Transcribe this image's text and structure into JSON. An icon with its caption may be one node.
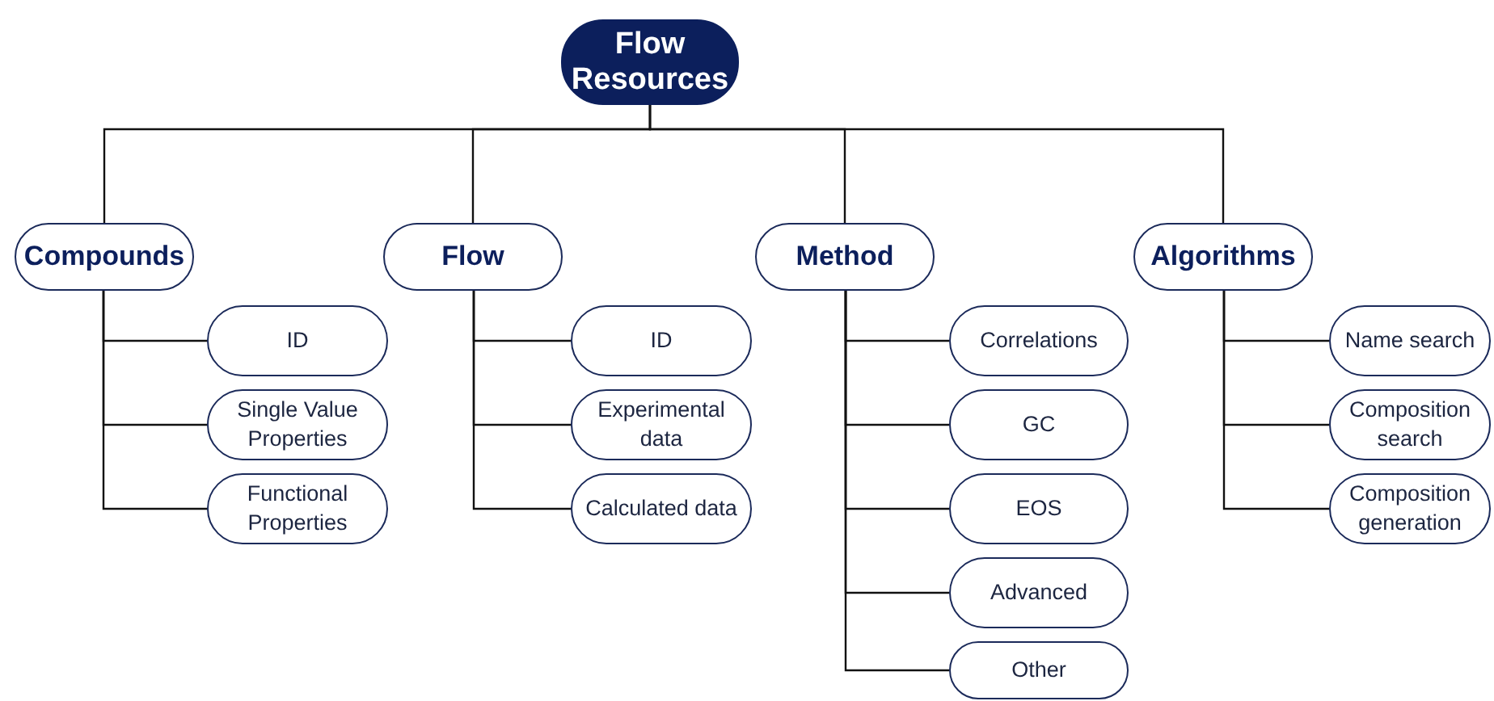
{
  "diagram": {
    "nodes": [
      {
        "text": [
          "Flow Resources"
        ]
      },
      {
        "text": [
          "Compounds"
        ]
      },
      {
        "text": [
          "ID"
        ]
      },
      {
        "text": [
          "Single Value Properties"
        ]
      },
      {
        "text": [
          "Functional Properties"
        ]
      },
      {
        "text": [
          "Flow"
        ]
      },
      {
        "text": [
          "ID"
        ]
      },
      {
        "text": [
          "Experimental data"
        ]
      },
      {
        "text": [
          "Calculated data"
        ]
      },
      {
        "text": [
          "Method"
        ]
      },
      {
        "text": [
          "Correlations"
        ]
      },
      {
        "text": [
          "GC"
        ]
      },
      {
        "text": [
          "EOS"
        ]
      },
      {
        "text": [
          "Advanced"
        ]
      },
      {
        "text": [
          "Other"
        ]
      },
      {
        "text": [
          "Algorithms"
        ]
      },
      {
        "text": [
          "Name search"
        ]
      },
      {
        "text": [
          "Composition search"
        ]
      },
      {
        "text": [
          "Composition generation"
        ]
      }
    ],
    "edges": [
      {
        "from": 0,
        "to": 1,
        "arrow": "none"
      },
      {
        "from": 0,
        "to": 5,
        "arrow": "none"
      },
      {
        "from": 0,
        "to": 9,
        "arrow": "none"
      },
      {
        "from": 0,
        "to": 15,
        "arrow": "none"
      },
      {
        "from": 1,
        "to": 2,
        "arrow": "none"
      },
      {
        "from": 1,
        "to": 3,
        "arrow": "none"
      },
      {
        "from": 1,
        "to": 4,
        "arrow": "none"
      },
      {
        "from": 5,
        "to": 6,
        "arrow": "none"
      },
      {
        "from": 5,
        "to": 7,
        "arrow": "none"
      },
      {
        "from": 5,
        "to": 8,
        "arrow": "none"
      },
      {
        "from": 9,
        "to": 10,
        "arrow": "none"
      },
      {
        "from": 9,
        "to": 11,
        "arrow": "none"
      },
      {
        "from": 9,
        "to": 12,
        "arrow": "none"
      },
      {
        "from": 9,
        "to": 13,
        "arrow": "none"
      },
      {
        "from": 9,
        "to": 14,
        "arrow": "none"
      },
      {
        "from": 15,
        "to": 16,
        "arrow": "none"
      },
      {
        "from": 15,
        "to": 17,
        "arrow": "none"
      },
      {
        "from": 15,
        "to": 18,
        "arrow": "none"
      }
    ]
  }
}
